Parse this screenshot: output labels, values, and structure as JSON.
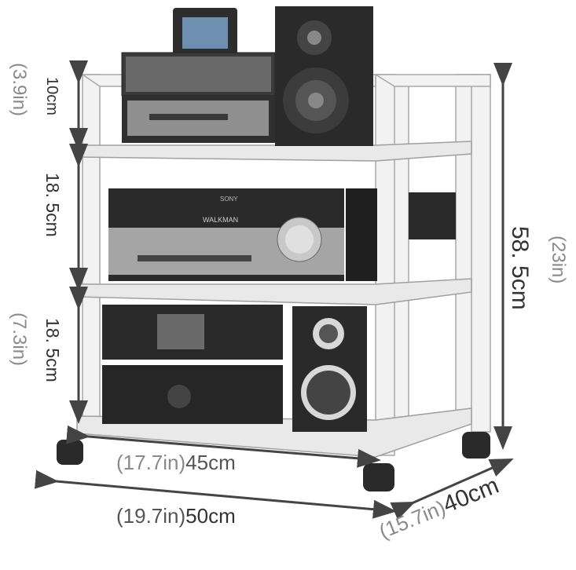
{
  "dimensions": {
    "top_gap_cm": "10cm",
    "top_gap_in": "(3.9in)",
    "mid_gap_cm": "18. 5cm",
    "low_gap_cm": "18. 5cm",
    "low_gap_in": "(7.3in)",
    "height_cm": "58. 5cm",
    "height_in": "(23in)",
    "inner_width_in": "(17.7in)",
    "inner_width_cm": "45cm",
    "outer_width_in": "(19.7in)",
    "outer_width_cm": "50cm",
    "depth_in": "(15.7in)",
    "depth_cm": "40cm"
  },
  "devices": {
    "receiver_brand": "SONY",
    "receiver_display": "WALKMAN"
  },
  "colors": {
    "frame": "#f2f2f2",
    "frame_edge": "#b5b5b5",
    "shelf": "#e8e8e8",
    "device_dark": "#2a2a2a",
    "arrow": "#444444"
  }
}
